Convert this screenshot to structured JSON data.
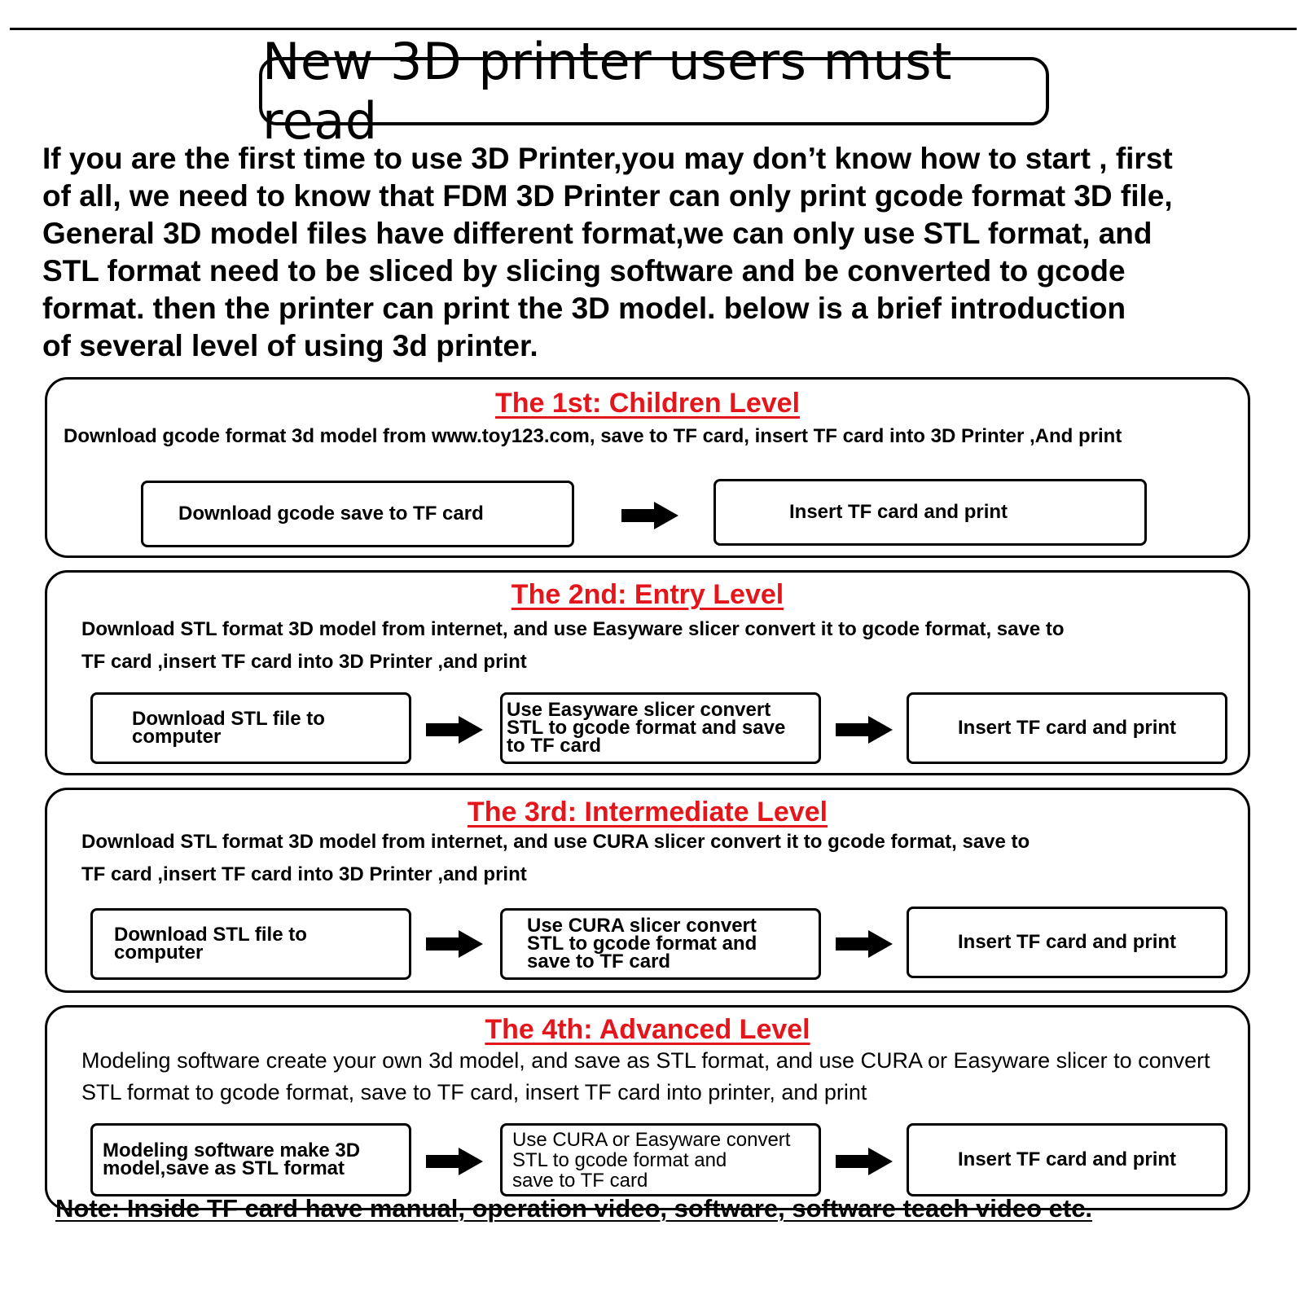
{
  "title": "New 3D printer users must read",
  "intro_lines": [
    "If you are the first time to use 3D Printer,you may don’t know how to start , first",
    "of all, we need to know that FDM 3D Printer can only print gcode format 3D file,",
    "General 3D model files have different format,we can only use STL format,  and",
    "STL format need to be sliced by slicing software and be converted to gcode",
    "format.  then the printer can print the 3D model. below is a brief introduction",
    "of several level of using 3d printer."
  ],
  "levels": [
    {
      "title": "The 1st:  Children Level",
      "desc": [
        "Download gcode format 3d model from www.toy123.com, save to TF card, insert TF card into 3D Printer ,And print"
      ],
      "steps": [
        "Download gcode save to TF card",
        "Insert TF card and print"
      ]
    },
    {
      "title": "The 2nd: Entry Level",
      "desc": [
        "Download STL format 3D model from internet, and use Easyware slicer convert it to gcode format, save to",
        "TF card ,insert TF card into 3D Printer ,and print"
      ],
      "steps": [
        [
          "Download STL file to",
          "computer"
        ],
        [
          "Use Easyware slicer convert",
          "STL to gcode format and save",
          "to TF card"
        ],
        [
          "Insert TF card and print"
        ]
      ]
    },
    {
      "title": "The 3rd: Intermediate Level",
      "desc": [
        "Download STL format 3D model from internet, and use CURA slicer convert it to gcode format, save to",
        "TF card ,insert TF card into 3D Printer ,and print"
      ],
      "steps": [
        [
          "Download STL file to",
          "computer"
        ],
        [
          "Use CURA slicer convert",
          "STL to gcode format and",
          "save to TF card"
        ],
        [
          "Insert TF card and print"
        ]
      ]
    },
    {
      "title": "The 4th:  Advanced Level",
      "desc": [
        "Modeling software create your own 3d model, and save as STL format,  and use CURA or Easyware slicer to convert",
        "STL format to gcode format, save to TF card, insert TF card into printer, and print"
      ],
      "steps": [
        [
          "Modeling software make 3D",
          "model,save as STL format"
        ],
        [
          "Use CURA or Easyware convert",
          "STL to gcode format and",
          "save to TF card"
        ],
        [
          "Insert TF card and print"
        ]
      ]
    }
  ],
  "note": "Note:  Inside TF card have manual,  operation video, software, software teach video etc."
}
